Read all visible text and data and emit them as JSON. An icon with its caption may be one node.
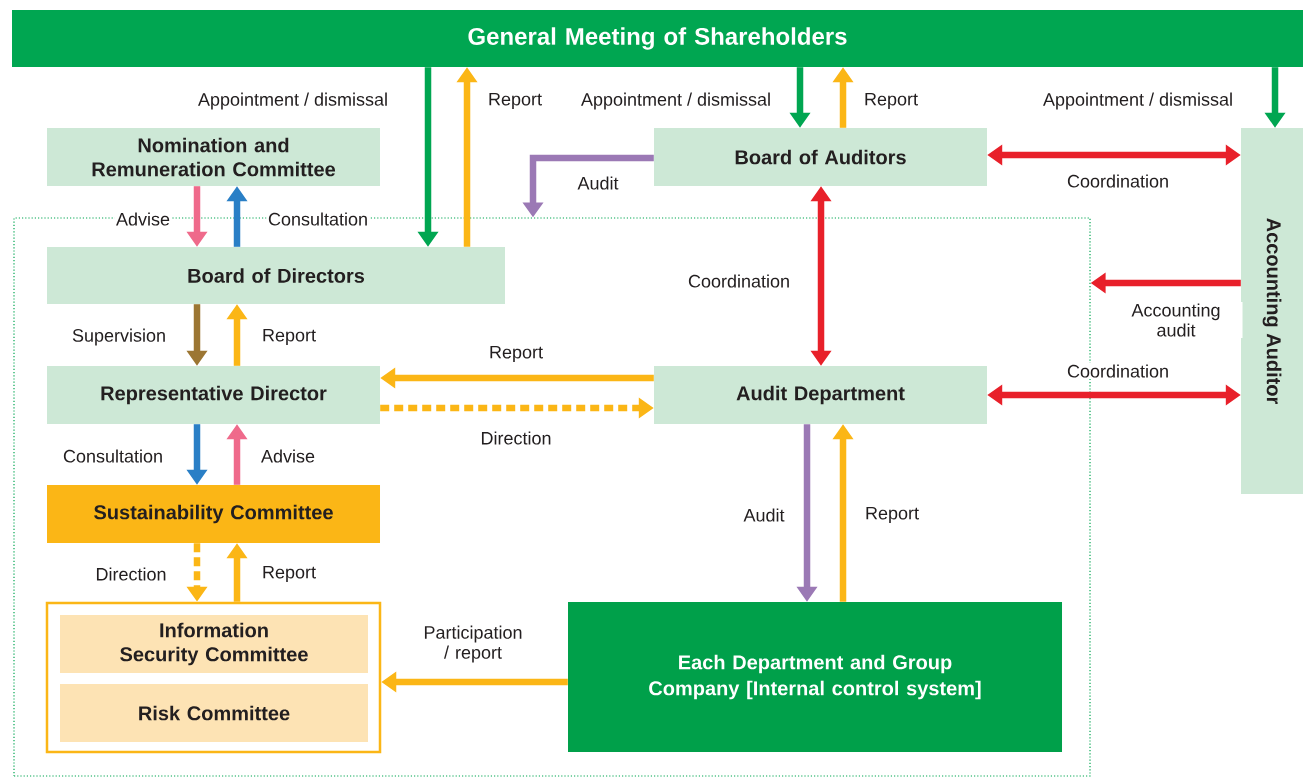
{
  "diagram": {
    "nodes": [
      {
        "text": [
          "General Meeting of Shareholders"
        ]
      },
      {
        "text": [
          "Nomination and Remuneration Committee"
        ]
      },
      {
        "text": [
          "Board of Auditors"
        ]
      },
      {
        "text": [
          "Accounting Auditor"
        ]
      },
      {
        "text": [],
        "shape": "box"
      },
      {
        "text": [
          "Board of Directors"
        ],
        "in": 4
      },
      {
        "text": [
          "Representative Director"
        ],
        "in": 4
      },
      {
        "text": [
          "Audit Department"
        ],
        "in": 4
      },
      {
        "text": [
          "Sustainability Committee"
        ],
        "in": 4
      },
      {
        "text": [],
        "shape": "box",
        "in": 4
      },
      {
        "text": [
          "Information Security Committee"
        ],
        "in": 9
      },
      {
        "text": [
          "Risk Committee"
        ],
        "in": 9
      },
      {
        "text": [
          "Each Department and Group Company [Internal control system]"
        ],
        "in": 4
      }
    ],
    "edges": [
      {
        "from": 0,
        "to": 5,
        "arrow": "to",
        "label": "Appointment / dismissal",
        "color": "#00a651"
      },
      {
        "from": 5,
        "to": 0,
        "arrow": "to",
        "label": "Report"
      },
      {
        "from": 0,
        "to": 2,
        "arrow": "to",
        "label": "Appointment / dismissal",
        "color": "#00a651"
      },
      {
        "from": 2,
        "to": 0,
        "arrow": "to",
        "label": "Report"
      },
      {
        "from": 0,
        "to": 3,
        "arrow": "to",
        "label": "Appointment / dismissal",
        "color": "#00a651"
      },
      {
        "from": 2,
        "to": 4,
        "arrow": "to",
        "label": "Audit",
        "color": "#9b79b5"
      },
      {
        "from": 2,
        "to": 3,
        "arrow": "both",
        "label": "Coordination",
        "color": "#e8202a"
      },
      {
        "from": 1,
        "to": 5,
        "arrow": "to",
        "label": "Advise",
        "color": "#ef6a8b"
      },
      {
        "from": 5,
        "to": 1,
        "arrow": "to",
        "label": "Consultation",
        "color": "#2a7fc6"
      },
      {
        "from": 5,
        "to": 6,
        "arrow": "to",
        "label": "Supervision",
        "color": "#9c7633"
      },
      {
        "from": 6,
        "to": 5,
        "arrow": "to",
        "label": "Report"
      },
      {
        "from": 7,
        "to": 6,
        "arrow": "to",
        "label": "Report"
      },
      {
        "from": 6,
        "to": 7,
        "arrow": "to",
        "label": "Direction",
        "style": "dashed"
      },
      {
        "from": 2,
        "to": 7,
        "arrow": "both",
        "label": "Coordination",
        "color": "#e8202a"
      },
      {
        "from": 3,
        "to": 4,
        "arrow": "to",
        "label": "Accounting audit",
        "color": "#e8202a"
      },
      {
        "from": 7,
        "to": 3,
        "arrow": "both",
        "label": "Coordination",
        "color": "#e8202a"
      },
      {
        "from": 6,
        "to": 8,
        "arrow": "to",
        "label": "Consultation",
        "color": "#2a7fc6"
      },
      {
        "from": 8,
        "to": 6,
        "arrow": "to",
        "label": "Advise",
        "color": "#ef6a8b"
      },
      {
        "from": 8,
        "to": 9,
        "arrow": "to",
        "label": "Direction",
        "style": "dashed"
      },
      {
        "from": 9,
        "to": 8,
        "arrow": "to",
        "label": "Report"
      },
      {
        "from": 7,
        "to": 12,
        "arrow": "to",
        "label": "Audit",
        "color": "#9b79b5"
      },
      {
        "from": 12,
        "to": 7,
        "arrow": "to",
        "label": "Report"
      },
      {
        "from": 12,
        "to": 9,
        "arrow": "to",
        "label": "Participation / report"
      }
    ]
  }
}
